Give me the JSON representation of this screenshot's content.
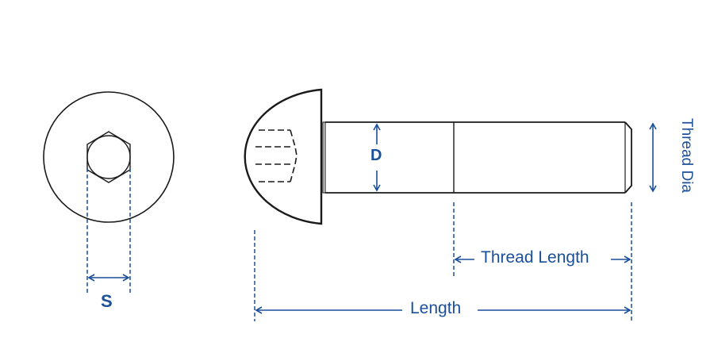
{
  "diagram": {
    "type": "technical-drawing",
    "subject": "button head socket cap screw",
    "colors": {
      "outline": "#1a1a1a",
      "dimension": "#1a4f9a",
      "background": "#ffffff"
    },
    "views": [
      {
        "name": "end-view",
        "shape": "circle with hex socket"
      },
      {
        "name": "side-view",
        "shape": "dome head with threaded shank"
      }
    ],
    "labels": {
      "socket_size": "S",
      "shank_diameter": "D",
      "thread_length": "Thread Length",
      "length": "Length",
      "thread_diameter": "Thread Dia"
    }
  }
}
